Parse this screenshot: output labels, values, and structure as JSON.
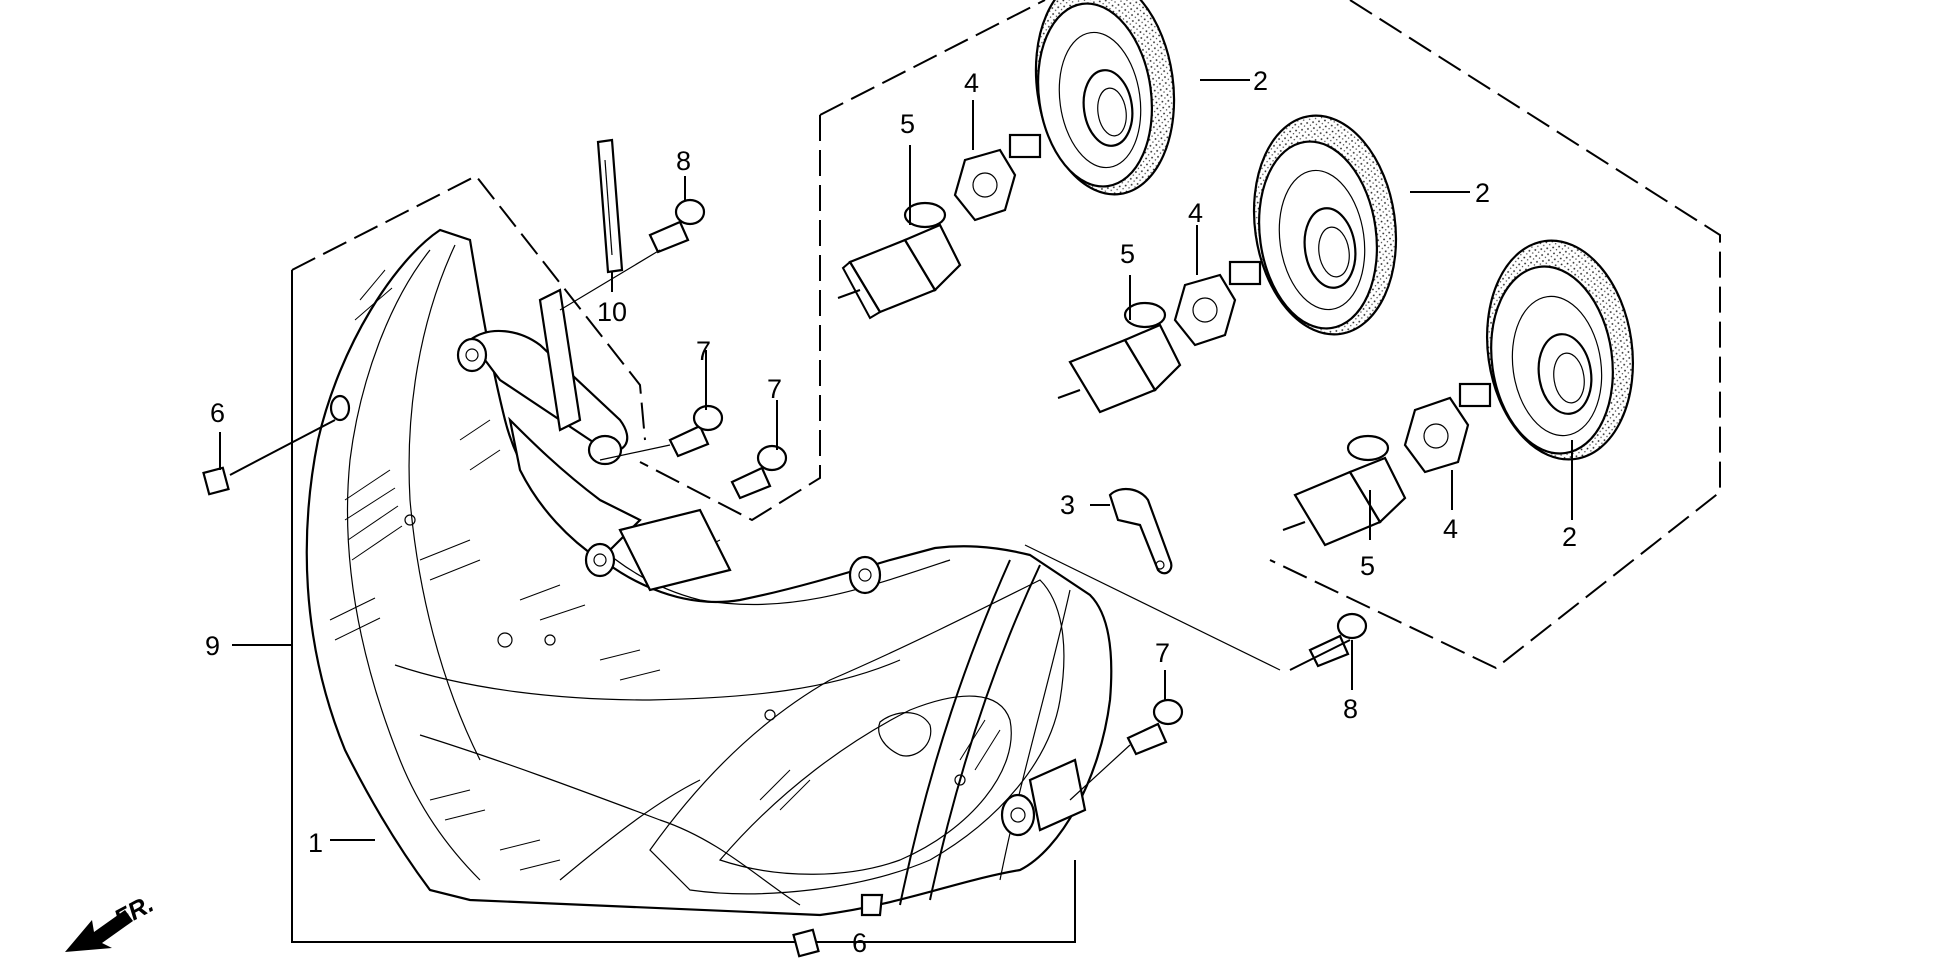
{
  "diagram": {
    "front_indicator": "FR.",
    "callouts": {
      "c1": "1",
      "c2a": "2",
      "c2b": "2",
      "c2c": "2",
      "c3": "3",
      "c4a": "4",
      "c4b": "4",
      "c4c": "4",
      "c5a": "5",
      "c5b": "5",
      "c5c": "5",
      "c6a": "6",
      "c6b": "6",
      "c7a": "7",
      "c7b": "7",
      "c7c": "7",
      "c8a": "8",
      "c8b": "8",
      "c9": "9",
      "c10": "10"
    }
  }
}
